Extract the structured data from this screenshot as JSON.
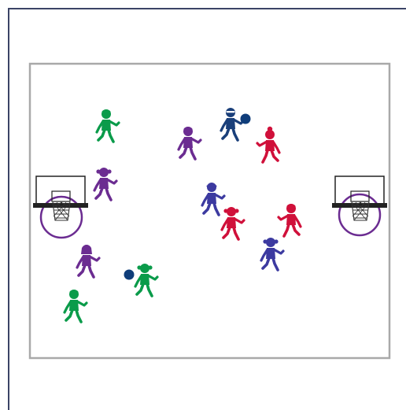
{
  "colors": {
    "frame": "#3b4466",
    "court_line": "#a9a9a9",
    "court_fill": "#ffffff",
    "hoop": "#222222",
    "net": "#333333",
    "circle": "#6b2c91",
    "ball": "#0f3d7a"
  },
  "players": [
    {
      "id": "green-1",
      "color": "#0a9b4a",
      "hair": "short",
      "pose": "run-right",
      "ball": false
    },
    {
      "id": "purple-1",
      "color": "#6b2c91",
      "hair": "short",
      "pose": "run-right",
      "ball": false
    },
    {
      "id": "navy-1",
      "color": "#1a3f7a",
      "hair": "glasses",
      "pose": "run-right",
      "ball": true
    },
    {
      "id": "red-1",
      "color": "#d0103a",
      "hair": "bun",
      "pose": "run-left",
      "ball": false
    },
    {
      "id": "purple-2",
      "color": "#6b2c91",
      "hair": "pigtails",
      "pose": "run-right",
      "ball": false
    },
    {
      "id": "indigo-1",
      "color": "#3c3aa0",
      "hair": "cap",
      "pose": "run-right",
      "ball": false
    },
    {
      "id": "red-2",
      "color": "#d0103a",
      "hair": "pigtails",
      "pose": "run-right",
      "ball": false
    },
    {
      "id": "red-3",
      "color": "#d0103a",
      "hair": "short",
      "pose": "run-left",
      "ball": false
    },
    {
      "id": "indigo-2",
      "color": "#3c3aa0",
      "hair": "pigtails",
      "pose": "run-right",
      "ball": false
    },
    {
      "id": "purple-3",
      "color": "#6b2c91",
      "hair": "long",
      "pose": "run-right",
      "ball": false
    },
    {
      "id": "green-2",
      "color": "#0a9b4a",
      "hair": "pigtails",
      "pose": "run-right",
      "ball": true
    },
    {
      "id": "green-3",
      "color": "#0a9b4a",
      "hair": "short",
      "pose": "run-right",
      "ball": false
    }
  ]
}
